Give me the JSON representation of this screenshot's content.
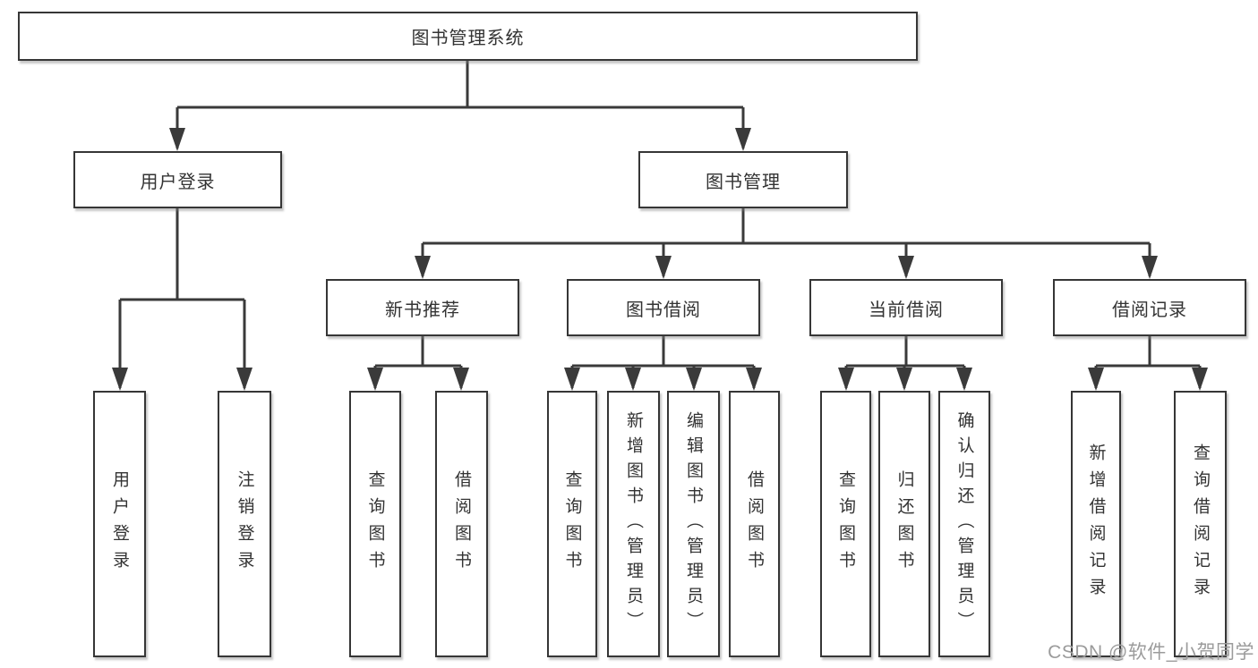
{
  "diagram": {
    "root": {
      "label": "图书管理系统"
    },
    "branches": {
      "user_login": {
        "label": "用户登录",
        "children": [
          "用户登录",
          "注销登录"
        ]
      },
      "book_management": {
        "label": "图书管理"
      }
    },
    "modules": [
      {
        "label": "新书推荐",
        "children": [
          "查询图书",
          "借阅图书"
        ]
      },
      {
        "label": "图书借阅",
        "children": [
          "查询图书",
          "新增图书（管理员）",
          "编辑图书（管理员）",
          "借阅图书"
        ]
      },
      {
        "label": "当前借阅",
        "children": [
          "查询图书",
          "归还图书",
          "确认归还（管理员）"
        ]
      },
      {
        "label": "借阅记录",
        "children": [
          "新增借阅记录",
          "查询借阅记录"
        ]
      }
    ]
  },
  "watermark": {
    "text": "CSDN @软件_小贺同学"
  },
  "colors": {
    "line": "#3a3a3a",
    "border": "#363636",
    "text": "#333333",
    "watermark": "#9b9b9b",
    "background": "#ffffff"
  }
}
